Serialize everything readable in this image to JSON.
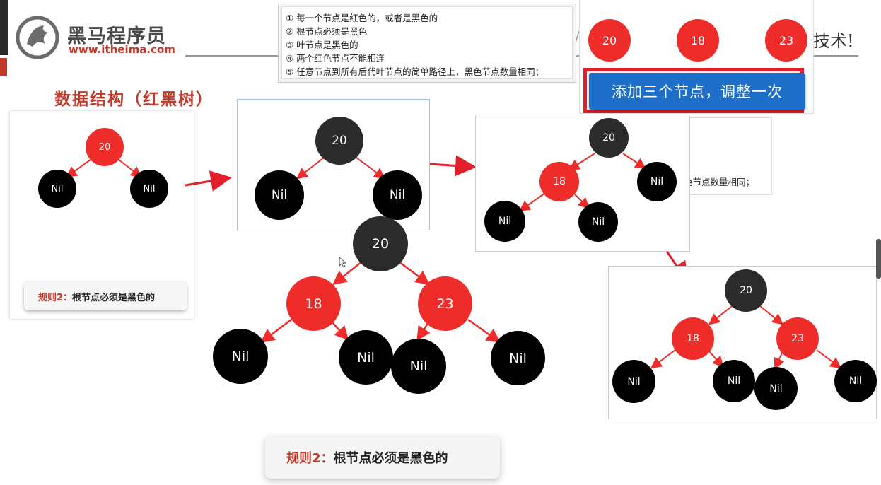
{
  "header": {
    "brand_name": "黑马程序员",
    "brand_url": "www.itheima.com",
    "slogan_fragment": "技术!",
    "title": "数据结构（红黑树）"
  },
  "rules": [
    "① 每一个节点是红色的，或者是黑色的",
    "② 根节点必须是黑色",
    "③ 叶节点是黑色的",
    "④ 两个红色节点不能相连",
    "⑤ 任意节点到所有后代叶节点的简单路径上，黑色节点数量相同；"
  ],
  "partial_rule_text": "色节点数量相同；",
  "top_nodes": {
    "a": "20",
    "b": "18",
    "c": "23"
  },
  "add_button": {
    "label": "添加三个节点，调整一次"
  },
  "caption": {
    "prefix": "规则2：",
    "text": "根节点必须是黑色的"
  },
  "tree1": {
    "root": "20",
    "left": "Nil",
    "right": "Nil"
  },
  "tree2": {
    "root": "20",
    "left": "Nil",
    "right": "Nil"
  },
  "tree3": {
    "root": "20",
    "child": "18",
    "nil1": "Nil",
    "nil2": "Nil",
    "nil3": "Nil"
  },
  "tree4": {
    "root": "20",
    "left": "18",
    "right": "23",
    "nil": "Nil"
  },
  "tree5": {
    "root": "20",
    "left": "18",
    "right": "23",
    "nil": "Nil"
  },
  "colors": {
    "red": "#ee2d2a",
    "dark": "#2b2b2b",
    "black": "#000000",
    "accent_red": "#c0392b",
    "button_blue": "#1e6fc9"
  }
}
